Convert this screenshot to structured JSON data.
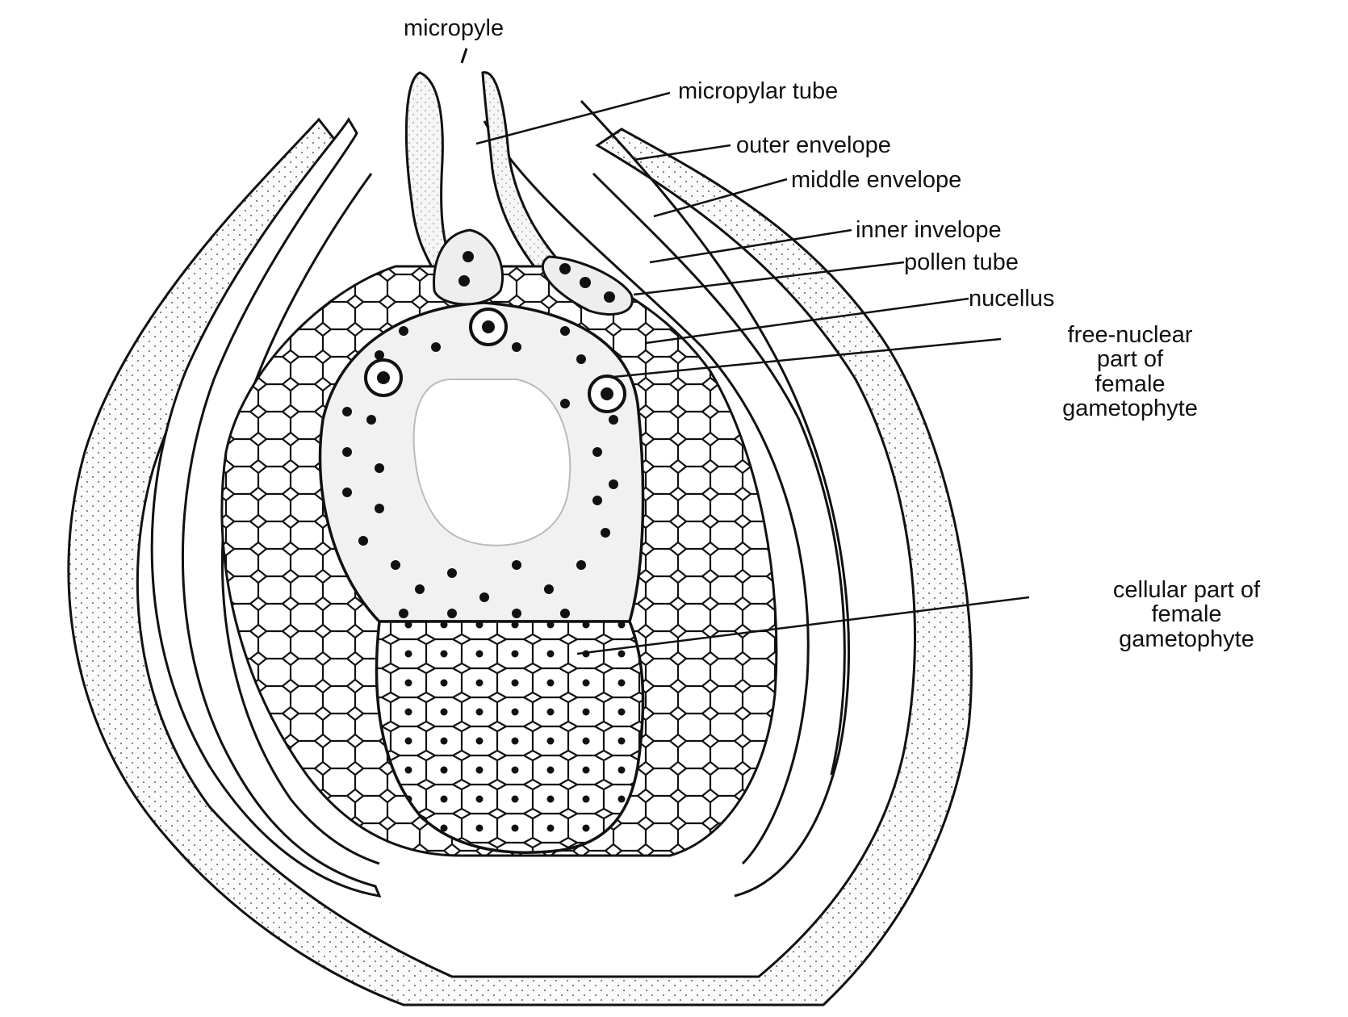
{
  "labels": {
    "micropyle": "micropyle",
    "micropylar_tube": "micropylar tube",
    "outer_envelope": "outer envelope",
    "middle_envelope": "middle envelope",
    "inner_envelope": "inner invelope",
    "pollen_tube": "pollen tube",
    "nucellus": "nucellus",
    "free_nuclear": [
      "free-nuclear",
      "part of",
      "female",
      "gametophyte"
    ],
    "cellular": [
      "cellular part of",
      "female",
      "gametophyte"
    ]
  },
  "colors": {
    "ink": "#111111",
    "stipple": "#7a7a7a",
    "tissue_fill": "#f4f4f4",
    "cavity": "#ffffff"
  }
}
